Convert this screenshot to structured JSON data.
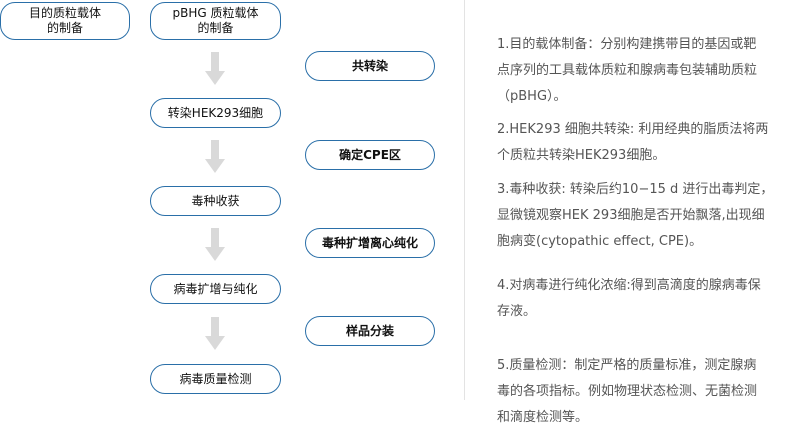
{
  "flow": {
    "box_target_vector": "目的质粒载体\n的制备",
    "box_pbhg_vector": "pBHG 质粒载体\n的制备",
    "box_transfect_hek293": "转染HEK293细胞",
    "box_virus_harvest": "毒种收获",
    "box_virus_expand_purify": "病毒扩增与纯化",
    "box_virus_quality_test": "病毒质量检测",
    "side_cotransfection": "共转染",
    "side_determine_cpe": "确定CPE区",
    "side_virus_expand_centrifuge": "毒种扩增离心纯化",
    "side_sample_packaging": "样品分装"
  },
  "colors": {
    "box_border": "#2a6fa8",
    "arrow": "#d9d9d9",
    "divider": "#e3e3e3",
    "note_text": "#555555"
  },
  "icons": {
    "arrow": "down-arrow-icon"
  },
  "notes": [
    "1.目的载体制备：分别构建携带目的基因或靶\n点序列的工具载体质粒和腺病毒包装辅助质粒\n（pBHG）。",
    "2.HEK293 细胞共转染: 利用经典的脂质法将两\n个质粒共转染HEK293细胞。",
    "3.毒种收获: 转染后约10−15 d 进行出毒判定，\n显微镜观察HEK  293细胞是否开始飘落,出现细\n胞病变(cytopathic effect, CPE)。",
    "4.对病毒进行纯化浓缩:得到高滴度的腺病毒保\n存液。",
    "5.质量检测：制定严格的质量标准，测定腺病\n毒的各项指标。例如物理状态检测、无菌检测\n和滴度检测等。"
  ]
}
